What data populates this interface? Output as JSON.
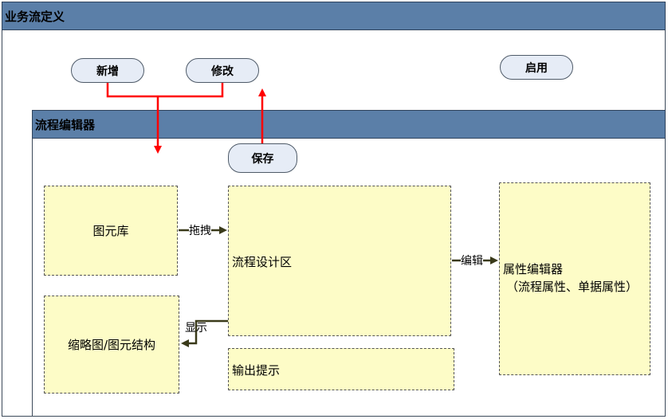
{
  "outer": {
    "title": "业务流定义"
  },
  "buttons": {
    "add": "新增",
    "edit": "修改",
    "enable": "启用",
    "save": "保存"
  },
  "editor": {
    "title": "流程编辑器"
  },
  "boxes": {
    "library": "图元库",
    "design": "流程设计区",
    "thumbnail": "缩略图/图元结构",
    "output": "输出提示",
    "property_line1": "属性编辑器",
    "property_line2": "（流程属性、单据属性）"
  },
  "arrow_labels": {
    "drag": "拖拽",
    "edit": "编辑",
    "display": "显示"
  },
  "colors": {
    "title_bar": "#5b7fa8",
    "box_fill": "#fdfcc7",
    "button_fill": "#e6ecf6",
    "flow_arrow": "#ff0000",
    "connector": "#3a3a1a"
  }
}
